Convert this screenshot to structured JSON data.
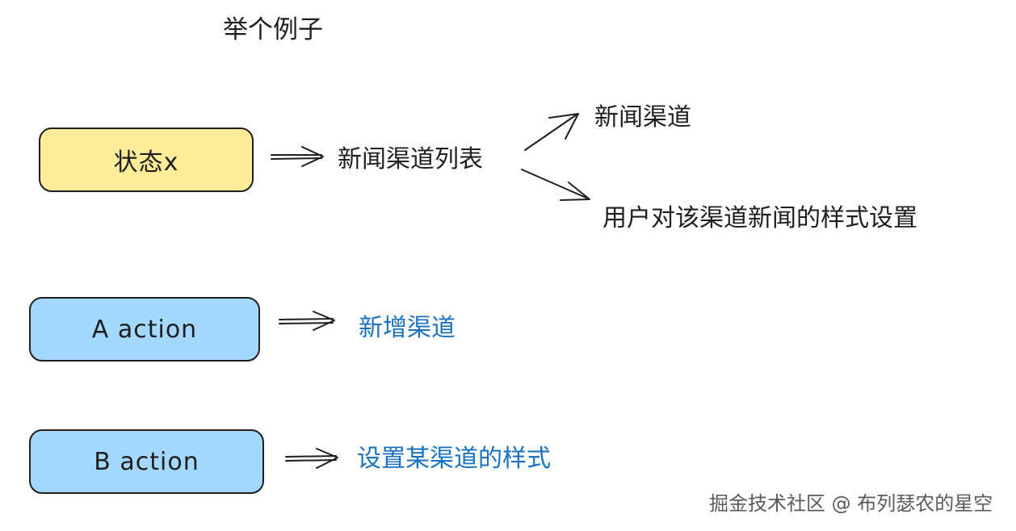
{
  "title": "举个例子",
  "state_box": {
    "label": "状态x",
    "color": "#ffec99"
  },
  "list_label": "新闻渠道列表",
  "branches": [
    {
      "label": "新闻渠道"
    },
    {
      "label": "用户对该渠道新闻的样式设置"
    }
  ],
  "actions": [
    {
      "box_label": "A action",
      "result": "新增渠道",
      "box_color": "#a5d8ff",
      "result_color": "#1971c2"
    },
    {
      "box_label": "B action",
      "result": "设置某渠道的样式",
      "box_color": "#a5d8ff",
      "result_color": "#1971c2"
    }
  ],
  "watermark": "掘金技术社区 @ 布列瑟农的星空"
}
